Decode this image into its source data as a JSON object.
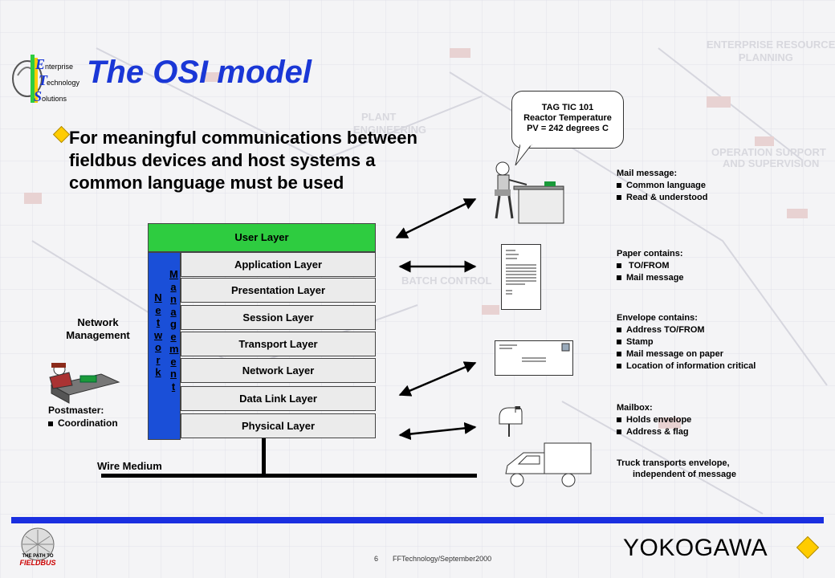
{
  "title": "The OSI model",
  "bullet": "For meaningful communications between fieldbus devices and host systems a common language must be used",
  "logo": {
    "line1": "nterprise",
    "line2": "echnology",
    "line3": "olutions"
  },
  "osi": {
    "user_layer": "User Layer",
    "layers": [
      "Application Layer",
      "Presentation Layer",
      "Session Layer",
      "Transport Layer",
      "Network Layer",
      "Data Link Layer",
      "Physical Layer"
    ],
    "network_word": [
      "N",
      "e",
      "t",
      "w",
      "o",
      "r",
      "k"
    ],
    "management_word": [
      "M",
      "a",
      "n",
      "a",
      "g",
      "e",
      "m",
      "e",
      "n",
      "t"
    ],
    "wire_medium": "Wire Medium"
  },
  "network_management": "Network\nManagement",
  "postmaster": {
    "heading": "Postmaster:",
    "items": [
      "Coordination"
    ]
  },
  "bubble": {
    "line1": "TAG TIC 101",
    "line2": "Reactor Temperature",
    "line3": "PV = 242 degrees C"
  },
  "analogy": [
    {
      "heading": "Mail message:",
      "items": [
        "Common language",
        "Read & understood"
      ]
    },
    {
      "heading": "Paper contains:",
      "items": [
        " TO/FROM",
        "Mail message"
      ]
    },
    {
      "heading": "Envelope contains:",
      "items": [
        "Address TO/FROM",
        "Stamp",
        "Mail message on paper",
        "Location of information critical"
      ]
    },
    {
      "heading": "Mailbox:",
      "items": [
        "Holds envelope",
        "Address & flag"
      ]
    },
    {
      "heading": "Truck transports envelope,",
      "items_plain": "independent of message"
    }
  ],
  "footer": {
    "company": "YOKOGAWA",
    "page": "6",
    "note": "FFTechnology/September2000",
    "badge_line1": "THE PATH TO",
    "badge_line2": "FIELDBUS"
  },
  "colors": {
    "title": "#1a37d6",
    "user_layer": "#2ecc40",
    "management_bar": "#1a4fd8",
    "footer_bar": "#1a2fe0",
    "diamond": "#ffcc00"
  }
}
